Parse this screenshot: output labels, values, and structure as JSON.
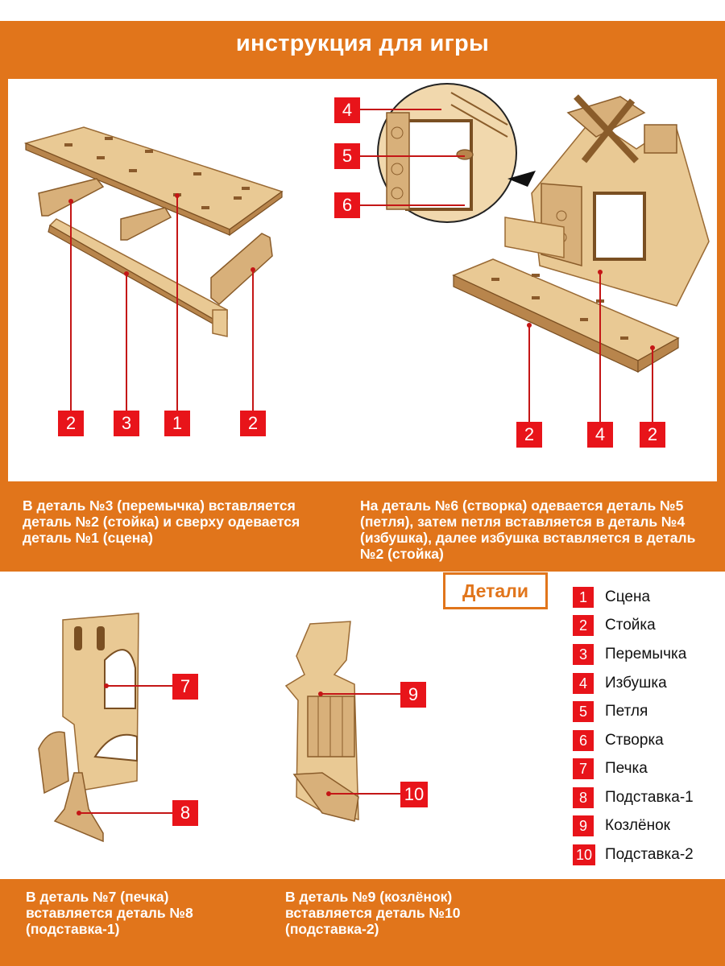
{
  "header": {
    "title": "инструкция для игры"
  },
  "steps": {
    "step1": {
      "text": "В деталь №3 (перемычка) вставляется деталь №2 (стойка) и сверху одевается деталь №1 (сцена)"
    },
    "step2": {
      "text": "На деталь №6 (створка) одевается деталь №5 (петля), затем петля вставляется в деталь №4 (избушка), далее избушка вставляется в деталь №2 (стойка)"
    },
    "step3": {
      "text": "В деталь №7 (печка) вставляется деталь №8 (подставка-1)"
    },
    "step4": {
      "text": "В деталь №9 (козлёнок) вставляется деталь №10 (подставка-2)"
    }
  },
  "callouts": {
    "left": [
      "2",
      "3",
      "1",
      "2"
    ],
    "right_top": [
      "4",
      "5",
      "6"
    ],
    "right_bottom": [
      "2",
      "4",
      "2"
    ],
    "stove": [
      "7",
      "8"
    ],
    "goat": [
      "9",
      "10"
    ]
  },
  "details": {
    "title": "Детали",
    "items": [
      {
        "num": "1",
        "name": "Сцена"
      },
      {
        "num": "2",
        "name": "Стойка"
      },
      {
        "num": "3",
        "name": "Перемычка"
      },
      {
        "num": "4",
        "name": "Избушка"
      },
      {
        "num": "5",
        "name": "Петля"
      },
      {
        "num": "6",
        "name": "Створка"
      },
      {
        "num": "7",
        "name": "Печка"
      },
      {
        "num": "8",
        "name": "Подставка-1"
      },
      {
        "num": "9",
        "name": "Козлёнок"
      },
      {
        "num": "10",
        "name": "Подставка-2"
      }
    ]
  },
  "colors": {
    "accent": "#e1751b",
    "badge": "#e8141a",
    "wood": "#e9c994"
  }
}
